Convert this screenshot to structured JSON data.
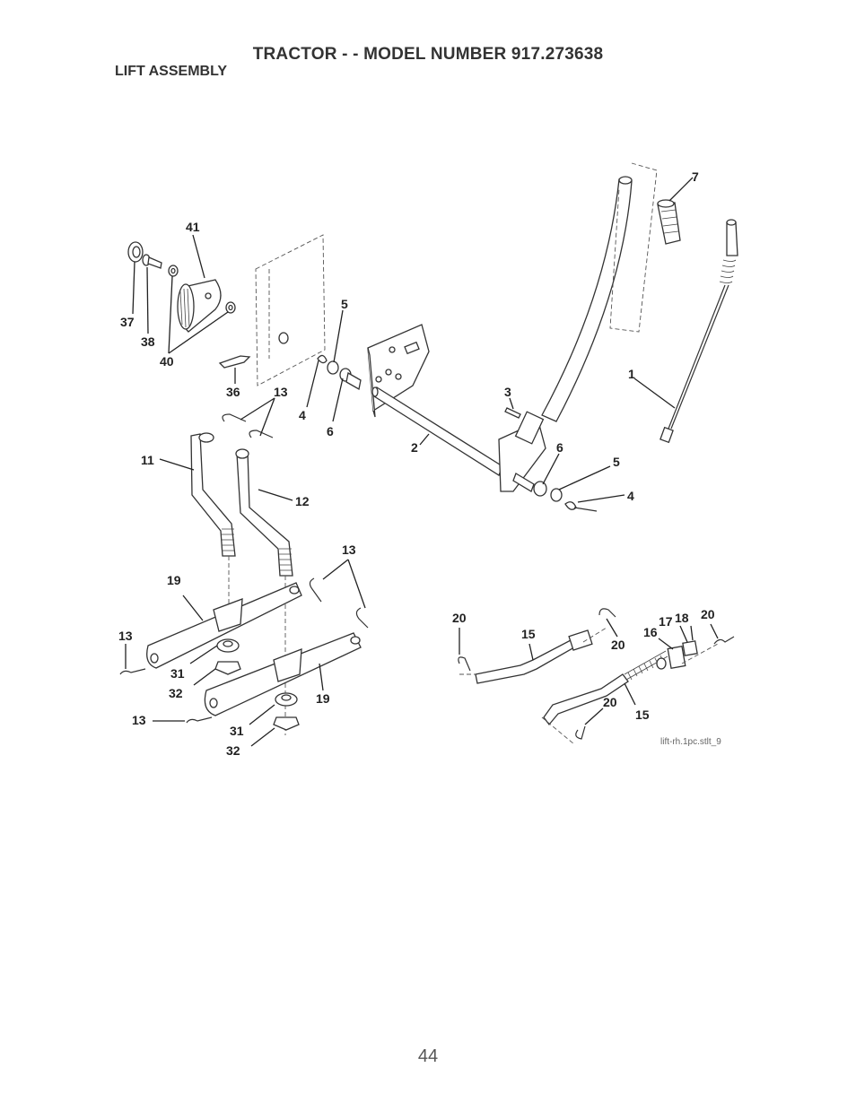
{
  "header": {
    "title": "TRACTOR - - MODEL NUMBER 917.273638",
    "section": "LIFT ASSEMBLY"
  },
  "diagram": {
    "file_ref": "lift-rh.1pc.stlt_9",
    "callouts": [
      "41",
      "37",
      "38",
      "40",
      "5",
      "36",
      "13",
      "4",
      "6",
      "7",
      "1",
      "3",
      "2",
      "6",
      "5",
      "4",
      "11",
      "12",
      "13",
      "19",
      "13",
      "31",
      "32",
      "19",
      "13",
      "31",
      "32",
      "20",
      "15",
      "20",
      "17",
      "18",
      "20",
      "16",
      "20",
      "15"
    ]
  },
  "footer": {
    "page_number": "44"
  }
}
